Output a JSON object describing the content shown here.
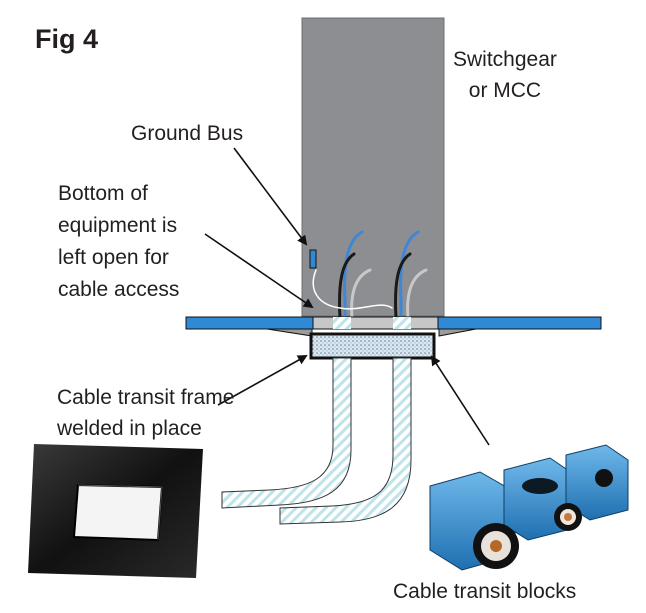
{
  "figure": {
    "label": "Fig 4"
  },
  "labels": {
    "equipment": [
      "Switchgear",
      "or MCC"
    ],
    "ground_bus": "Ground Bus",
    "bottom_open": [
      "Bottom of",
      "equipment is",
      "left open for",
      "cable access"
    ],
    "transit_frame": [
      "Cable transit frame",
      "welded in place"
    ],
    "transit_blocks": "Cable transit blocks"
  },
  "colors": {
    "equipment_fill": "#8d8e92",
    "floor_plate": "#2f89d4",
    "cable_blue": "#3f86d6",
    "cable_black": "#1a1a1a",
    "cable_grey": "#c8c8c8",
    "conduit_hatch": "#bfe3ea",
    "transit_block_blue": "#2b8fd8",
    "frame_black": "#1c1c1c",
    "text": "#231f20"
  }
}
